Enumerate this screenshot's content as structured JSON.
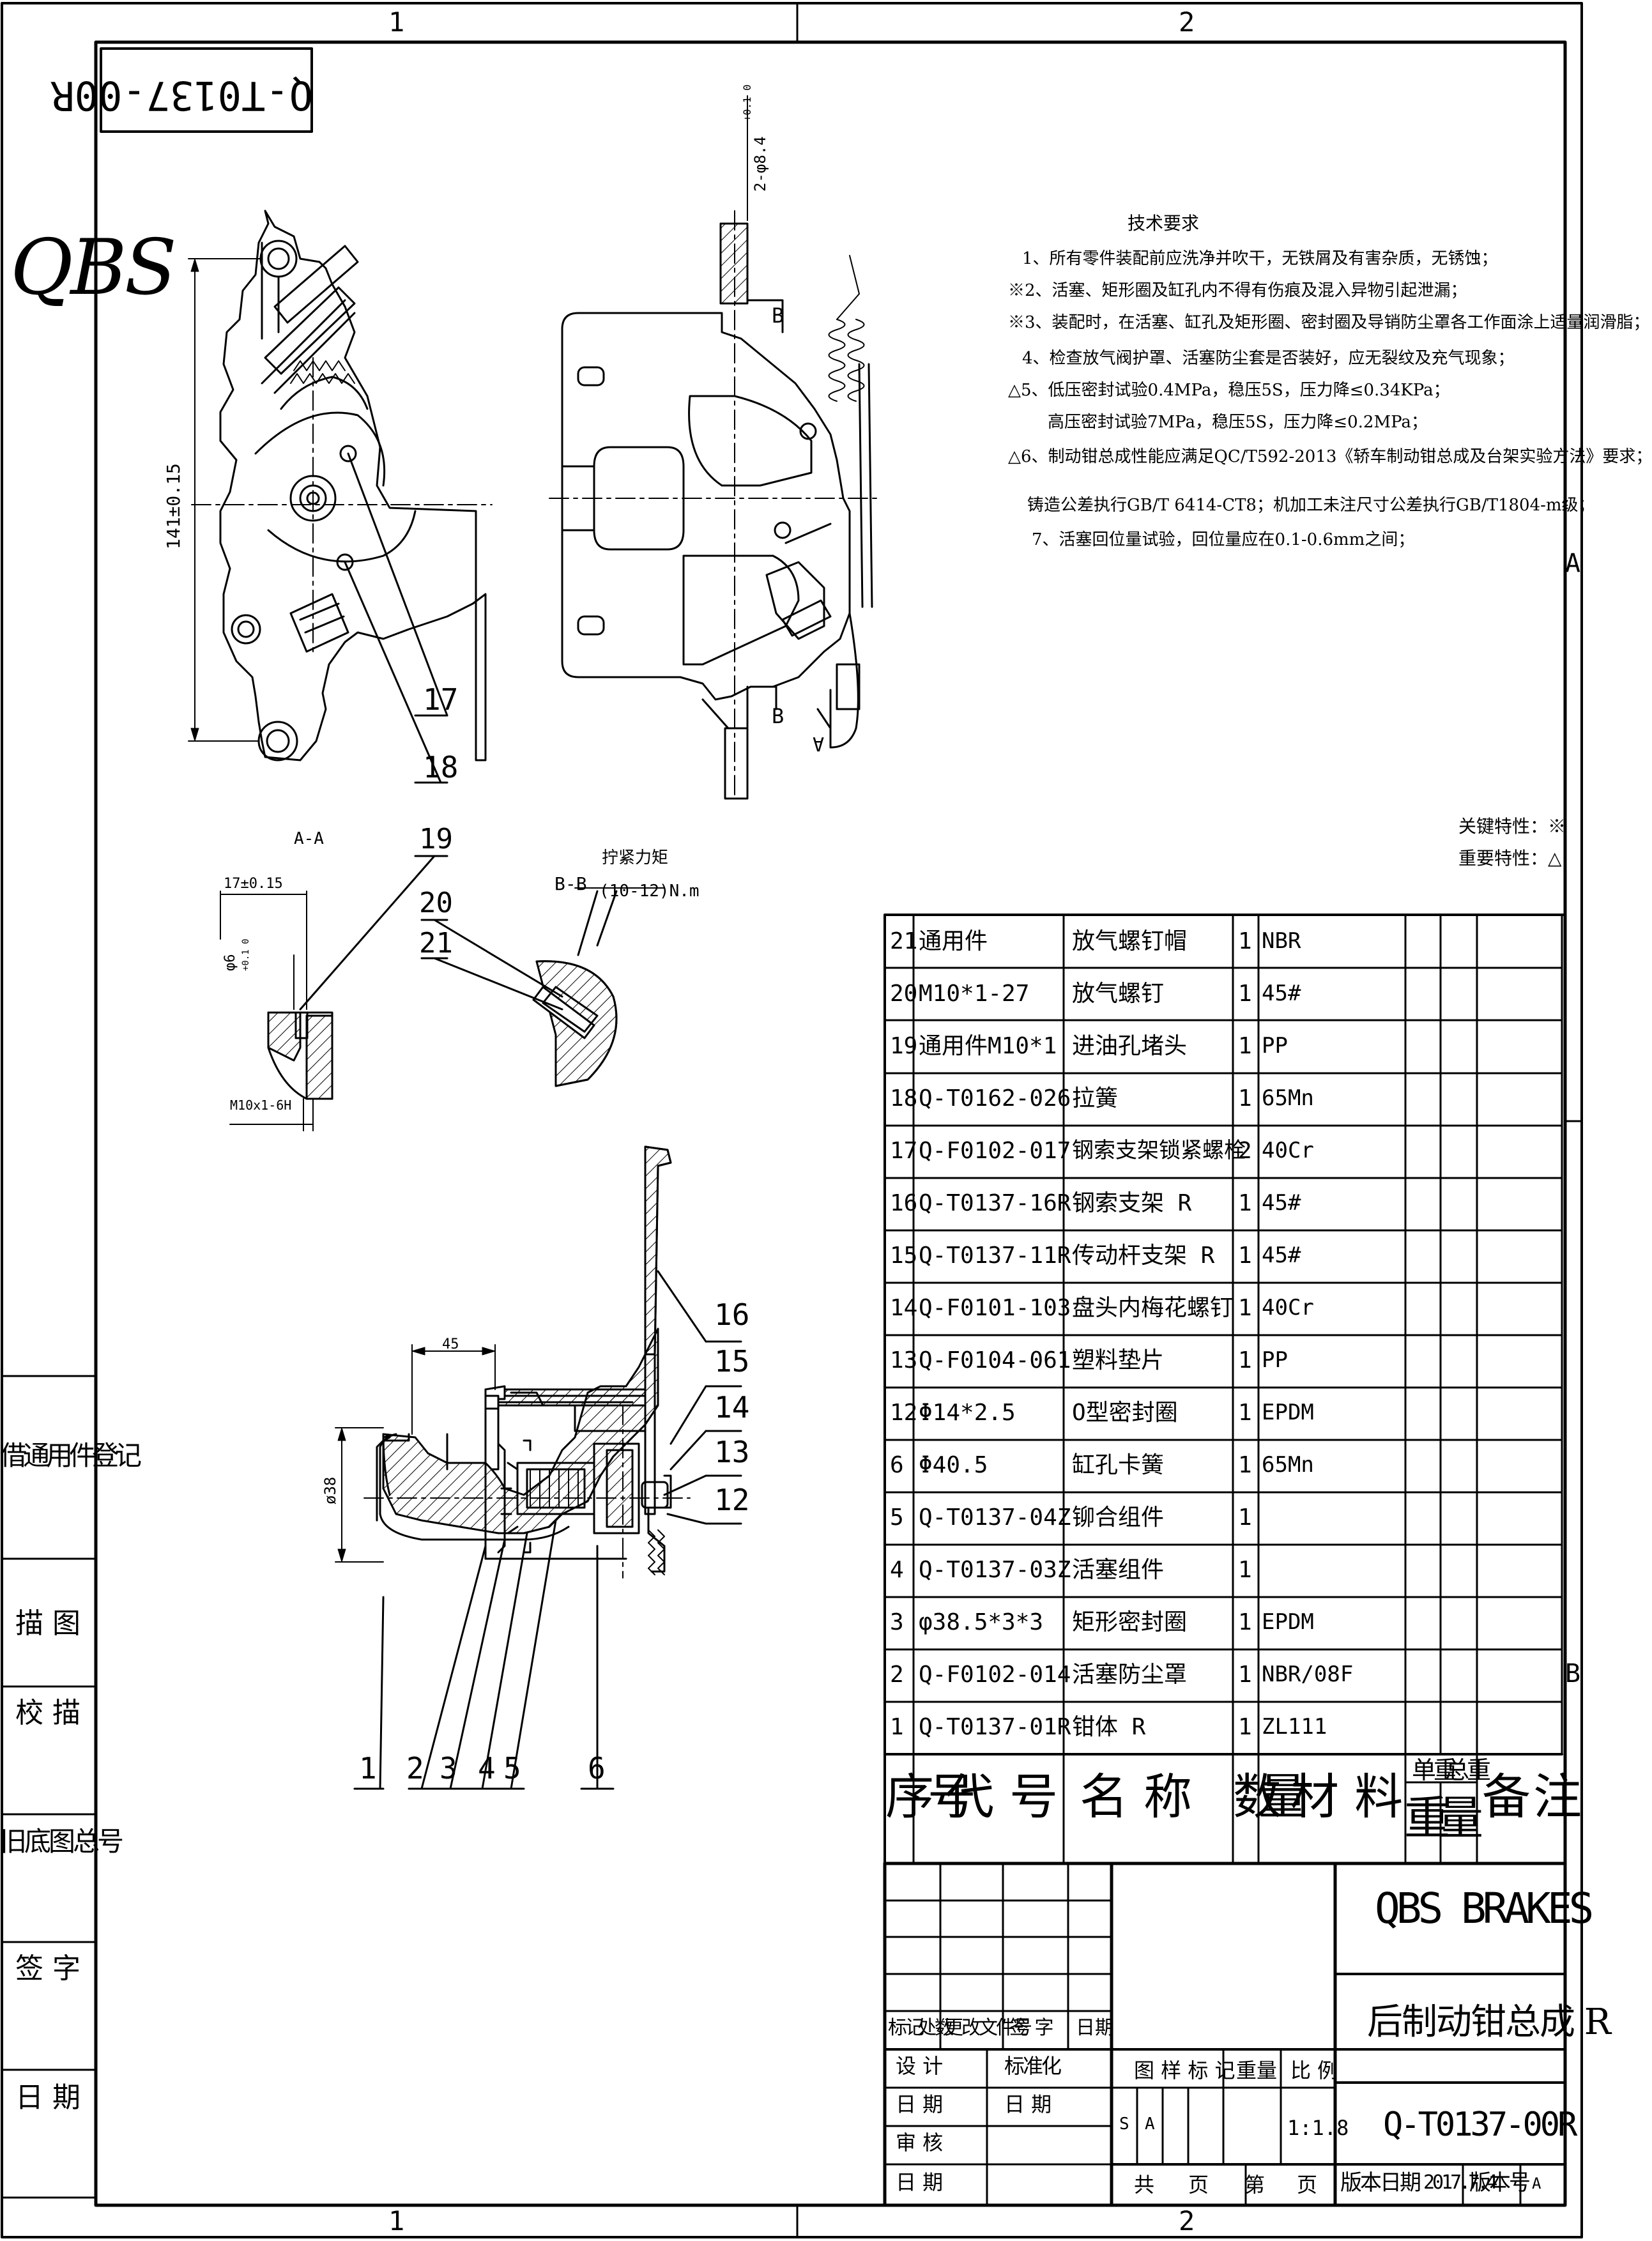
{
  "zones": {
    "top_1": "1",
    "top_2": "2",
    "bottom_1": "1",
    "bottom_2": "2",
    "right_a": "A",
    "right_b": "B"
  },
  "logo": "QBS",
  "mirrored_number": "Q-T0137-00R",
  "left_strip": {
    "register": "借通用件登记",
    "trace": "描  图",
    "check": "校  描",
    "old_no": "旧底图总号",
    "sign": "签  字",
    "date": "日  期"
  },
  "tech": {
    "title": "技术要求",
    "lines": [
      "1、所有零件装配前应洗净并吹干，无铁屑及有害杂质，无锈蚀；",
      "※2、活塞、矩形圈及缸孔内不得有伤痕及混入异物引起泄漏；",
      "※3、装配时，在活塞、缸孔及矩形圈、密封圈及导销防尘罩各工作面涂上适量润滑脂；",
      "4、检查放气阀护罩、活塞防尘套是否装好，应无裂纹及充气现象；",
      "△5、低压密封试验0.4MPa，稳压5S，压力降≤0.34KPa；",
      "高压密封试验7MPa，稳压5S，压力降≤0.2MPa；",
      "△6、制动钳总成性能应满足QC/T592-2013《轿车制动钳总成及台架实验方法》要求；",
      "铸造公差执行GB/T 6414-CT8；机加工未注尺寸公差执行GB/T1804-m级；",
      "7、活塞回位量试验，回位量应在0.1-0.6mm之间；"
    ]
  },
  "legend": {
    "key": "关键特性：※",
    "important": "重要特性：△"
  },
  "views": {
    "aa_title": "A-A",
    "bb_title": "B-B",
    "torque": "拧紧力矩",
    "torque_value": "(10-12)N.m",
    "dim_141": "141±0.15",
    "dim_hole": "2-φ8.4",
    "dim_hole_tol": "+0.1 0",
    "dim_17": "17±0.15",
    "dim_phi6": "φ6",
    "dim_phi6_tol": "+0.1 0",
    "thread": "M10x1-6H",
    "dim_45": "45",
    "dim_38": "ø38",
    "sec_b": "B",
    "sec_a": "A"
  },
  "callouts": [
    "17",
    "18",
    "19",
    "20",
    "21",
    "16",
    "15",
    "14",
    "13",
    "12",
    "1",
    "2",
    "3",
    "4",
    "5",
    "6"
  ],
  "bom": {
    "rows": [
      {
        "no": "21",
        "code": "通用件",
        "name": "放气螺钉帽",
        "qty": "1",
        "mat": "NBR"
      },
      {
        "no": "20",
        "code": "M10*1-27",
        "name": "放气螺钉",
        "qty": "1",
        "mat": "45#"
      },
      {
        "no": "19",
        "code": "通用件M10*1",
        "name": "进油孔堵头",
        "qty": "1",
        "mat": "PP"
      },
      {
        "no": "18",
        "code": "Q-T0162-026",
        "name": "拉簧",
        "qty": "1",
        "mat": "65Mn"
      },
      {
        "no": "17",
        "code": "Q-F0102-017",
        "name": "钢索支架锁紧螺栓",
        "qty": "2",
        "mat": "40Cr"
      },
      {
        "no": "16",
        "code": "Q-T0137-16R",
        "name": "钢索支架 R",
        "qty": "1",
        "mat": "45#"
      },
      {
        "no": "15",
        "code": "Q-T0137-11R",
        "name": "传动杆支架 R",
        "qty": "1",
        "mat": "45#"
      },
      {
        "no": "14",
        "code": "Q-F0101-103",
        "name": "盘头内梅花螺钉",
        "qty": "1",
        "mat": "40Cr"
      },
      {
        "no": "13",
        "code": "Q-F0104-061",
        "name": "塑料垫片",
        "qty": "1",
        "mat": "PP"
      },
      {
        "no": "12",
        "code": "Φ14*2.5",
        "name": "O型密封圈",
        "qty": "1",
        "mat": "EPDM"
      },
      {
        "no": "6",
        "code": "Φ40.5",
        "name": "缸孔卡簧",
        "qty": "1",
        "mat": "65Mn"
      },
      {
        "no": "5",
        "code": "Q-T0137-04Z",
        "name": "铆合组件",
        "qty": "1",
        "mat": ""
      },
      {
        "no": "4",
        "code": "Q-T0137-03Z",
        "name": "活塞组件",
        "qty": "1",
        "mat": ""
      },
      {
        "no": "3",
        "code": "φ38.5*3*3",
        "name": "矩形密封圈",
        "qty": "1",
        "mat": "EPDM"
      },
      {
        "no": "2",
        "code": "Q-F0102-014",
        "name": "活塞防尘罩",
        "qty": "1",
        "mat": "NBR/08F"
      },
      {
        "no": "1",
        "code": "Q-T0137-01R",
        "name": "钳体 R",
        "qty": "1",
        "mat": "ZL111"
      }
    ],
    "header": {
      "no": "序号",
      "code": "代  号",
      "name": "名  称",
      "qty": "数量",
      "mat": "材  料",
      "unit_w": "单重",
      "total_w": "总重",
      "weight": "重量",
      "note": "备 注"
    }
  },
  "title_block": {
    "company": "QBS  BRAKES",
    "part_name": "后制动钳总成 R",
    "drawing_no": "Q-T0137-00R",
    "rev_mark": "标记",
    "rev_count": "处数",
    "rev_doc": "更改文件号",
    "rev_sign": "签 字",
    "rev_date": "日期",
    "design": "设 计",
    "std": "标准化",
    "date1": "日 期",
    "date2": "日 期",
    "review": "审 核",
    "date3": "日 期",
    "stage_label": "图 样 标 记",
    "weight_label": "重量",
    "scale_label": "比 例",
    "stage_s": "S",
    "stage_a": "A",
    "scale": "1:1.8",
    "sheets_total": "共",
    "sheet_unit1": "页",
    "sheet_no": "第",
    "sheet_unit2": "页",
    "version_date_label": "版本日期",
    "version_date": "2017.7.4",
    "version_no_label": "版本号",
    "version_no": "A"
  }
}
